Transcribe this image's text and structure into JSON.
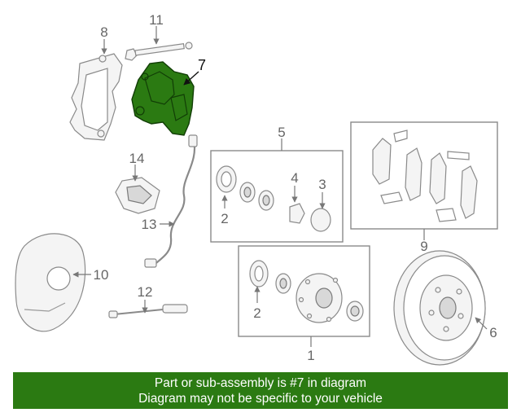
{
  "highlight_color": "#2b7a12",
  "callouts": {
    "c1": "1",
    "c2a": "2",
    "c2b": "2",
    "c3": "3",
    "c4": "4",
    "c5": "5",
    "c6": "6",
    "c7": "7",
    "c8": "8",
    "c9": "9",
    "c10": "10",
    "c11": "11",
    "c12": "12",
    "c13": "13",
    "c14": "14"
  },
  "highlighted_part": "7",
  "banner": {
    "line1": "Part or sub-assembly is #7 in diagram",
    "line2": "Diagram may not be specific to your vehicle"
  }
}
